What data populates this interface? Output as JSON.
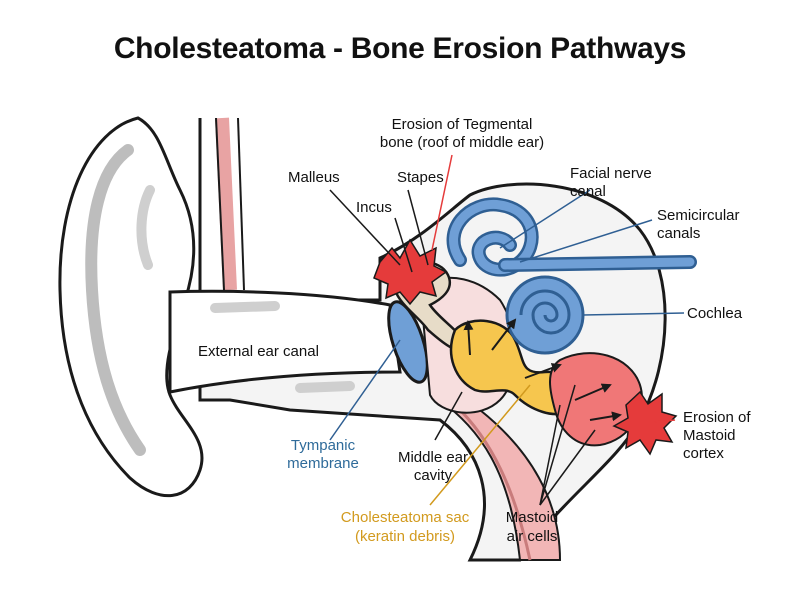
{
  "title": "Cholesteatoma - Bone Erosion Pathways",
  "labels": {
    "erosion_tegmen_1": "Erosion of Tegmental",
    "erosion_tegmen_2": "bone (roof of middle ear)",
    "malleus": "Malleus",
    "stapes": "Stapes",
    "incus": "Incus",
    "facial_nerve_1": "Facial nerve",
    "facial_nerve_2": "canal",
    "semicircular_1": "Semicircular",
    "semicircular_2": "canals",
    "cochlea": "Cochlea",
    "external_canal": "External ear canal",
    "tympanic_1": "Tympanic",
    "tympanic_2": "membrane",
    "middle_ear_1": "Middle ear",
    "middle_ear_2": "cavity",
    "sac_1": "Cholesteatoma sac",
    "sac_2": "(keratin debris)",
    "mastoid_cells_1": "Mastoid",
    "mastoid_cells_2": "air cells",
    "erosion_mastoid_1": "Erosion of",
    "erosion_mastoid_2": "Mastoid",
    "erosion_mastoid_3": "cortex"
  },
  "colors": {
    "outline": "#1a1a1a",
    "bone": "#f3f3f3",
    "canal_pink": "#f2b6b6",
    "canal_dark": "#c97c7c",
    "blue": "#6f9fd6",
    "blue_dark": "#2f5f93",
    "yellow": "#f6c64e",
    "red": "#e53b3b",
    "ossicle": "#e7dcc8",
    "mastoid_red": "#f07777"
  }
}
